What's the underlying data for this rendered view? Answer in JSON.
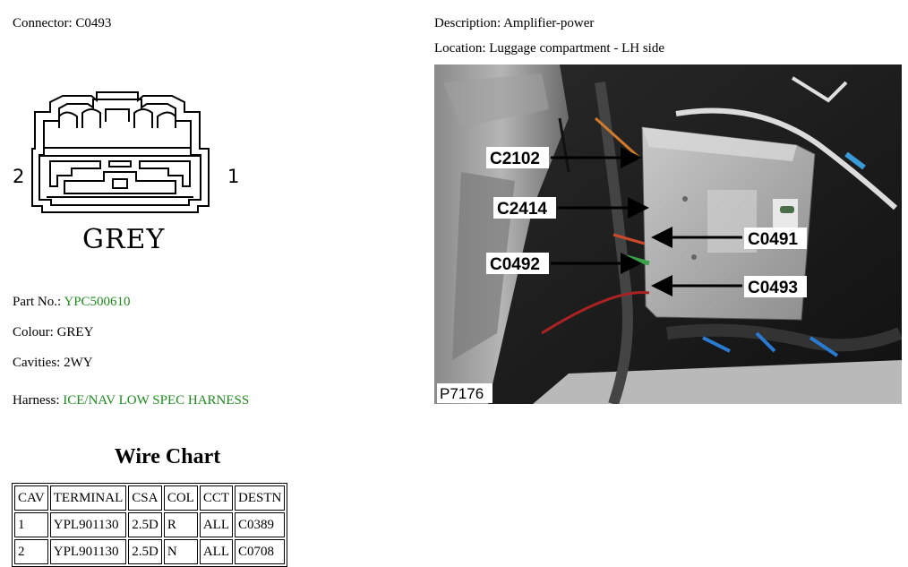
{
  "connector": {
    "label": "Connector: C0493",
    "colour_badge": "GREY",
    "pin_left": "2",
    "pin_right": "1"
  },
  "description": {
    "text": "Description: Amplifier-power"
  },
  "location": {
    "text": "Location: Luggage compartment - LH side"
  },
  "part": {
    "prefix": "Part No.: ",
    "value": "YPC500610"
  },
  "colour": {
    "text": "Colour: GREY"
  },
  "cavities": {
    "text": "Cavities: 2WY"
  },
  "harness": {
    "prefix": "Harness: ",
    "value": "ICE/NAV LOW SPEC HARNESS"
  },
  "wire_chart": {
    "title": "Wire Chart",
    "headers": [
      "CAV",
      "TERMINAL",
      "CSA",
      "COL",
      "CCT",
      "DESTN"
    ],
    "rows": [
      [
        "1",
        "YPL901130",
        "2.5D",
        "R",
        "ALL",
        "C0389"
      ],
      [
        "2",
        "YPL901130",
        "2.5D",
        "N",
        "ALL",
        "C0708"
      ]
    ]
  },
  "photo": {
    "ref": "P7176",
    "callouts": {
      "c2102": "C2102",
      "c2414": "C2414",
      "c0491": "C0491",
      "c0492": "C0492",
      "c0493": "C0493"
    }
  },
  "colors": {
    "link_green": "#1e8a1e"
  }
}
